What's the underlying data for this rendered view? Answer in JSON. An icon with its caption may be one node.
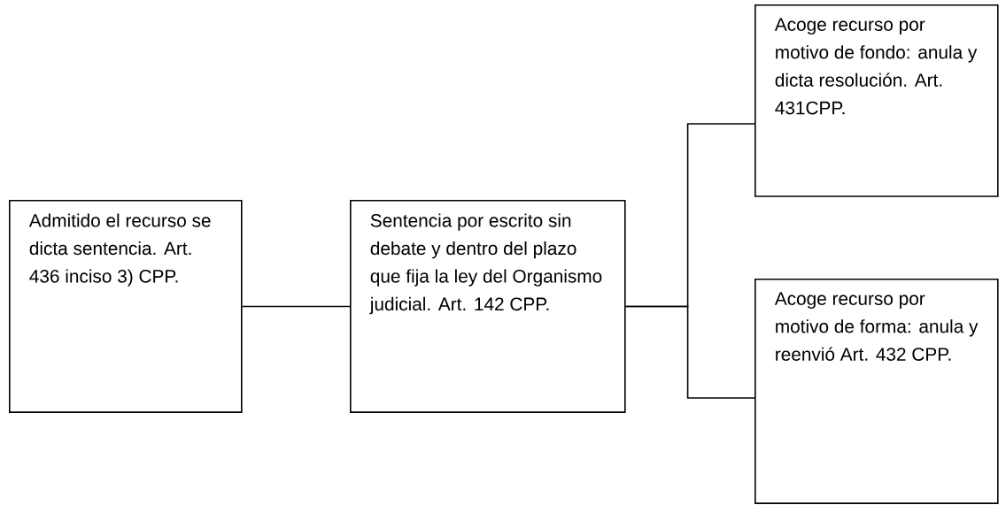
{
  "diagram": {
    "nodes": [
      {
        "text": [
          "Admitido el recurso se dicta sentencia. Art. 436 inciso 3) CPP."
        ]
      },
      {
        "text": [
          "Sentencia por escrito sin debate y dentro del plazo que fija la ley del Organismo judicial. Art. 142 CPP."
        ]
      },
      {
        "text": [
          "Acoge recurso por motivo de fondo: anula y dicta resolución. Art. 431CPP."
        ]
      },
      {
        "text": [
          "Acoge recurso por motivo de forma: anula y reenvió Art. 432 CPP."
        ]
      }
    ],
    "edges": [
      {
        "from": 0,
        "to": 1,
        "arrow": "none"
      },
      {
        "from": 1,
        "to": 2,
        "arrow": "none"
      },
      {
        "from": 1,
        "to": 3,
        "arrow": "none"
      }
    ]
  }
}
